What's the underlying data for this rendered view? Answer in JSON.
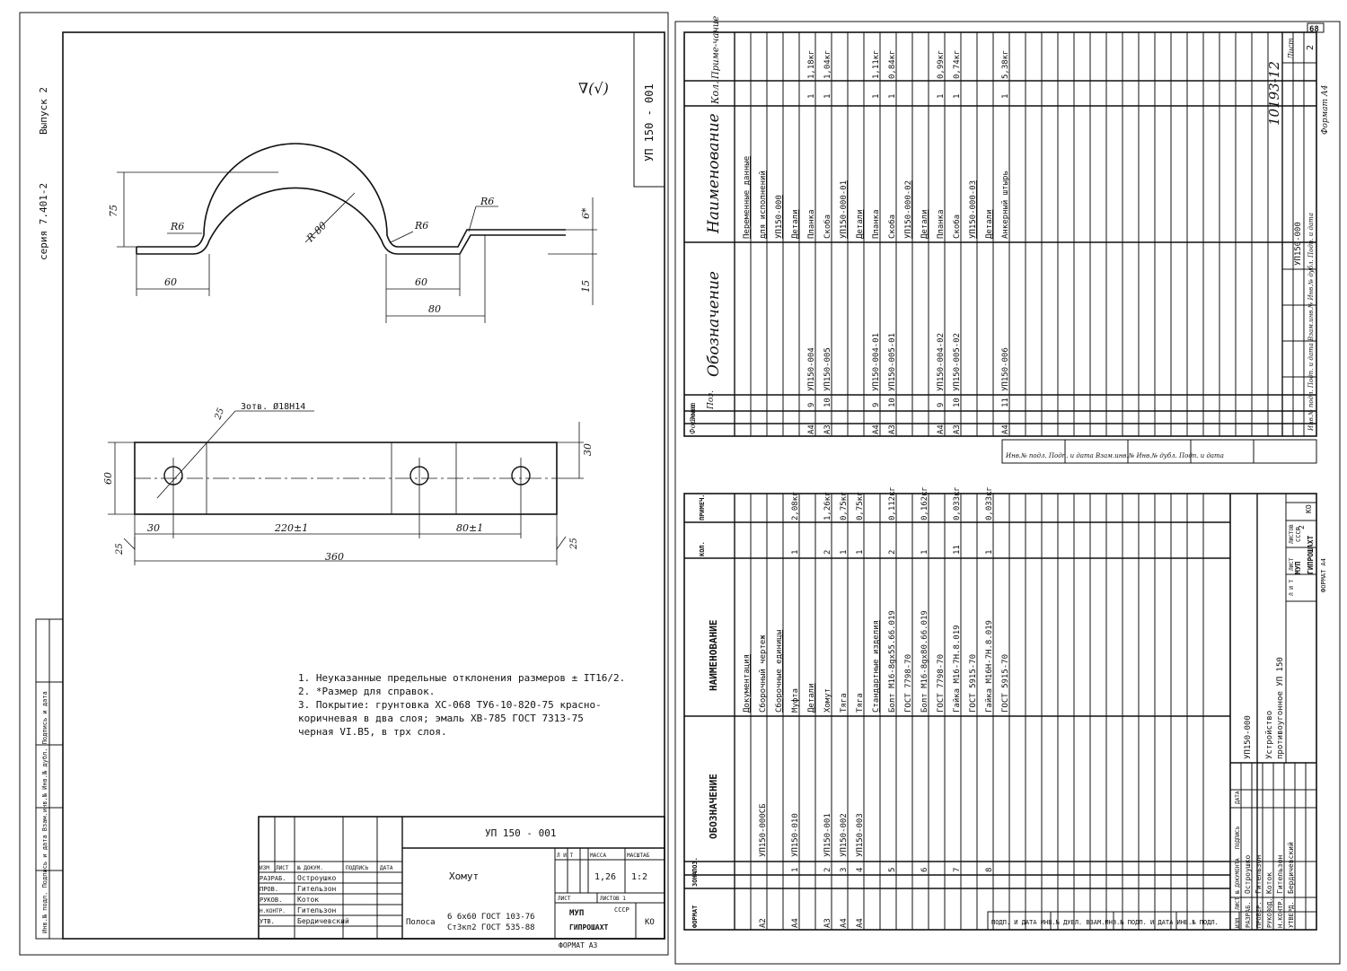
{
  "left_sheet": {
    "series": "серия 7.401-2",
    "issue": "Выпуск 2",
    "designation": "УП 150 - 001",
    "roughness": "∇(√)",
    "dims": {
      "d75": "75",
      "r6a": "R6",
      "r80": "R 80",
      "r6b": "R6",
      "r6c": "R6",
      "d6": "6*",
      "d60a": "60",
      "d60b": "60",
      "d80": "80",
      "d15": "15",
      "holes": "3отв. Ø18Н14",
      "d25top": "25",
      "d60h": "60",
      "d30": "30",
      "d30b": "30",
      "d220": "220±1",
      "d80b": "80±1",
      "d25l": "25",
      "d25r": "25",
      "d360": "360"
    },
    "notes": [
      "1. Неуказанные предельные отклонения размеров ± IT16/2.",
      "2. *Размер для справок.",
      "3. Покрытие: грунтовка ХС-068 ТУ6-10-820-75 красно-",
      "   коричневая в два слоя; эмаль ХВ-785 ГОСТ 7313-75",
      "   черная VI.В5, в трх слоя."
    ],
    "stamp": {
      "designation": "УП 150 - 001",
      "part_name": "Хомут",
      "mass": "1,26",
      "scale": "1:2",
      "col_lit": "Л И Т",
      "col_mass": "МАССА",
      "col_scale": "МАСШТАБ",
      "sheet_label": "ЛИСТ",
      "sheets_label": "ЛИСТОВ 1",
      "head": [
        "ИЗМ",
        "ЛИСТ",
        "№ ДОКУМ.",
        "ПОДПИСЬ",
        "ДАТА"
      ],
      "rows": [
        {
          "role": "РАЗРАБ.",
          "name": "Остроушко"
        },
        {
          "role": "ПРОВ.",
          "name": "Гительзон"
        },
        {
          "role": "РУКОВ.",
          "name": "Коток"
        },
        {
          "role": "Н.КОНТР.",
          "name": "Гительзон"
        },
        {
          "role": "УТВ.",
          "name": "Бердичевский"
        }
      ],
      "material_1": "Полоса",
      "material_2": "6 6х60 ГОСТ 103-76",
      "material_3": "Ст3кп2 ГОСТ 535-88",
      "org_1": "МУП",
      "org_2": "СССР",
      "org_3": "ГИПРОШАХТ",
      "org_code": "КО",
      "format": "ФОРМАТ  А3"
    },
    "side_stamp": "Инв.№ подл. Подпись и дата Взам.инв.№ Инв.№ дубл. Подпись и дата"
  },
  "spec_top": {
    "page_number": "68",
    "header": [
      "Формат",
      "Зона",
      "Поз.",
      "Обозначение",
      "Наименование",
      "Кол.",
      "Приме-чание"
    ],
    "rows": [
      {
        "fmt": "",
        "pos": "",
        "des": "",
        "name": "Переменные данные",
        "qty": "",
        "note": ""
      },
      {
        "fmt": "",
        "pos": "",
        "des": "",
        "name": "для исполнений",
        "qty": "",
        "note": ""
      },
      {
        "fmt": "",
        "pos": "",
        "des": "",
        "name": "УП150-000",
        "qty": "",
        "note": ""
      },
      {
        "fmt": "",
        "pos": "",
        "des": "",
        "name": "Детали",
        "qty": "",
        "note": ""
      },
      {
        "fmt": "А4",
        "pos": "9",
        "des": "УП150-004",
        "name": "Планка",
        "qty": "1",
        "note": "1,18кг"
      },
      {
        "fmt": "А3",
        "pos": "10",
        "des": "УП150-005",
        "name": "Скоба",
        "qty": "1",
        "note": "1,04кг"
      },
      {
        "fmt": "",
        "pos": "",
        "des": "",
        "name": "УП150-000-01",
        "qty": "",
        "note": ""
      },
      {
        "fmt": "",
        "pos": "",
        "des": "",
        "name": "Детали",
        "qty": "",
        "note": ""
      },
      {
        "fmt": "А4",
        "pos": "9",
        "des": "УП150-004-01",
        "name": "Планка",
        "qty": "1",
        "note": "1,11кг"
      },
      {
        "fmt": "А3",
        "pos": "10",
        "des": "УП150-005-01",
        "name": "Скоба",
        "qty": "1",
        "note": "0,84кг"
      },
      {
        "fmt": "",
        "pos": "",
        "des": "",
        "name": "УП150-000-02",
        "qty": "",
        "note": ""
      },
      {
        "fmt": "",
        "pos": "",
        "des": "",
        "name": "Детали",
        "qty": "",
        "note": ""
      },
      {
        "fmt": "А4",
        "pos": "9",
        "des": "УП150-004-02",
        "name": "Планка",
        "qty": "1",
        "note": "0,99кг"
      },
      {
        "fmt": "А3",
        "pos": "10",
        "des": "УП150-005-02",
        "name": "Скоба",
        "qty": "1",
        "note": "0,74кг"
      },
      {
        "fmt": "",
        "pos": "",
        "des": "",
        "name": "УП150-000-03",
        "qty": "",
        "note": ""
      },
      {
        "fmt": "",
        "pos": "",
        "des": "",
        "name": "Детали",
        "qty": "",
        "note": ""
      },
      {
        "fmt": "А4",
        "pos": "11",
        "des": "УП150-006",
        "name": "Анкерный штырь",
        "qty": "1",
        "note": "5,38кг"
      }
    ],
    "footer_designation": "УП150-000",
    "sheet_label": "Лист",
    "sheet_no": "2",
    "doc_no": "10193-12",
    "format": "Формат А4",
    "side_stamp": "Инв.№ подл. Подп. и дата Взам.инв.№ Инв.№ дубл. Подп. и дата"
  },
  "spec_bottom": {
    "header": [
      "ФОРМАТ",
      "ЗОНА",
      "ПОЗ.",
      "ОБОЗНАЧЕНИЕ",
      "НАИМЕНОВАНИЕ",
      "КОЛ.",
      "ПРИМЕЧ."
    ],
    "rows": [
      {
        "fmt": "",
        "pos": "",
        "des": "",
        "name": "Документация",
        "qty": "",
        "note": ""
      },
      {
        "fmt": "А2",
        "pos": "",
        "des": "УП150-000СБ",
        "name": "Сборочный чертеж",
        "qty": "",
        "note": ""
      },
      {
        "fmt": "",
        "pos": "",
        "des": "",
        "name": "Сборочные единицы",
        "qty": "",
        "note": ""
      },
      {
        "fmt": "А4",
        "pos": "1",
        "des": "УП150-010",
        "name": "Муфта",
        "qty": "1",
        "note": "2,08кг"
      },
      {
        "fmt": "",
        "pos": "",
        "des": "",
        "name": "Детали",
        "qty": "",
        "note": ""
      },
      {
        "fmt": "А3",
        "pos": "2",
        "des": "УП150-001",
        "name": "Хомут",
        "qty": "2",
        "note": "1,26кг"
      },
      {
        "fmt": "А4",
        "pos": "3",
        "des": "УП150-002",
        "name": "Тяга",
        "qty": "1",
        "note": "0,75кг"
      },
      {
        "fmt": "А4",
        "pos": "4",
        "des": "УП150-003",
        "name": "Тяга",
        "qty": "1",
        "note": "0,75кг"
      },
      {
        "fmt": "",
        "pos": "",
        "des": "",
        "name": "Стандартные изделия",
        "qty": "",
        "note": ""
      },
      {
        "fmt": "",
        "pos": "5",
        "des": "",
        "name": "Болт М16-8gх55.66.019",
        "qty": "2",
        "note": "0,112кг"
      },
      {
        "fmt": "",
        "pos": "",
        "des": "",
        "name": "ГОСТ 7798-70",
        "qty": "",
        "note": ""
      },
      {
        "fmt": "",
        "pos": "6",
        "des": "",
        "name": "Болт М16-8gх80.66.019",
        "qty": "1",
        "note": "0,162кг"
      },
      {
        "fmt": "",
        "pos": "",
        "des": "",
        "name": "ГОСТ 7798-70",
        "qty": "",
        "note": ""
      },
      {
        "fmt": "",
        "pos": "7",
        "des": "",
        "name": "Гайка М16-7Н.8.019",
        "qty": "11",
        "note": "0,033кг"
      },
      {
        "fmt": "",
        "pos": "",
        "des": "",
        "name": "ГОСТ 5915-70",
        "qty": "",
        "note": ""
      },
      {
        "fmt": "",
        "pos": "8",
        "des": "",
        "name": "Гайка М16Н-7Н.8.019",
        "qty": "1",
        "note": "0,033кг"
      },
      {
        "fmt": "",
        "pos": "",
        "des": "",
        "name": "ГОСТ 5915-70",
        "qty": "",
        "note": ""
      }
    ],
    "stamp": {
      "designation": "УП150-000",
      "title_1": "Устройство",
      "title_2": "противоугонное  УП 150",
      "lit": "Л И Т",
      "sheet": "ЛИСТ",
      "sheets": "ЛИСТОВ",
      "sheets_val": "2",
      "org_1": "МУП",
      "org_2": "СССР",
      "org_3": "ГИПРОШАХТ",
      "org_code": "КО",
      "head": [
        "ИЗМ",
        "ЛИСТ",
        "№ ДОКУМЕНТА",
        "ПОДПИСЬ",
        "ДАТА"
      ],
      "rows": [
        {
          "role": "РАЗРАБ.",
          "name": "Остроушко"
        },
        {
          "role": "ПРОВЕР.",
          "name": "Гительзон"
        },
        {
          "role": "РУКОВОД.",
          "name": "Коток"
        },
        {
          "role": "Н.КОНТР.",
          "name": "Гительзон"
        },
        {
          "role": "УТВЕРД.",
          "name": "Бердичевский"
        }
      ],
      "format": "ФОРМАТ А4"
    },
    "side_stamp": "ПОДП. И ДАТА  ИНВ.№ ДУБЛ.  ВЗАМ.ИНВ.№  ПОДП. И ДАТА  ИНВ.№ ПОДЛ."
  }
}
